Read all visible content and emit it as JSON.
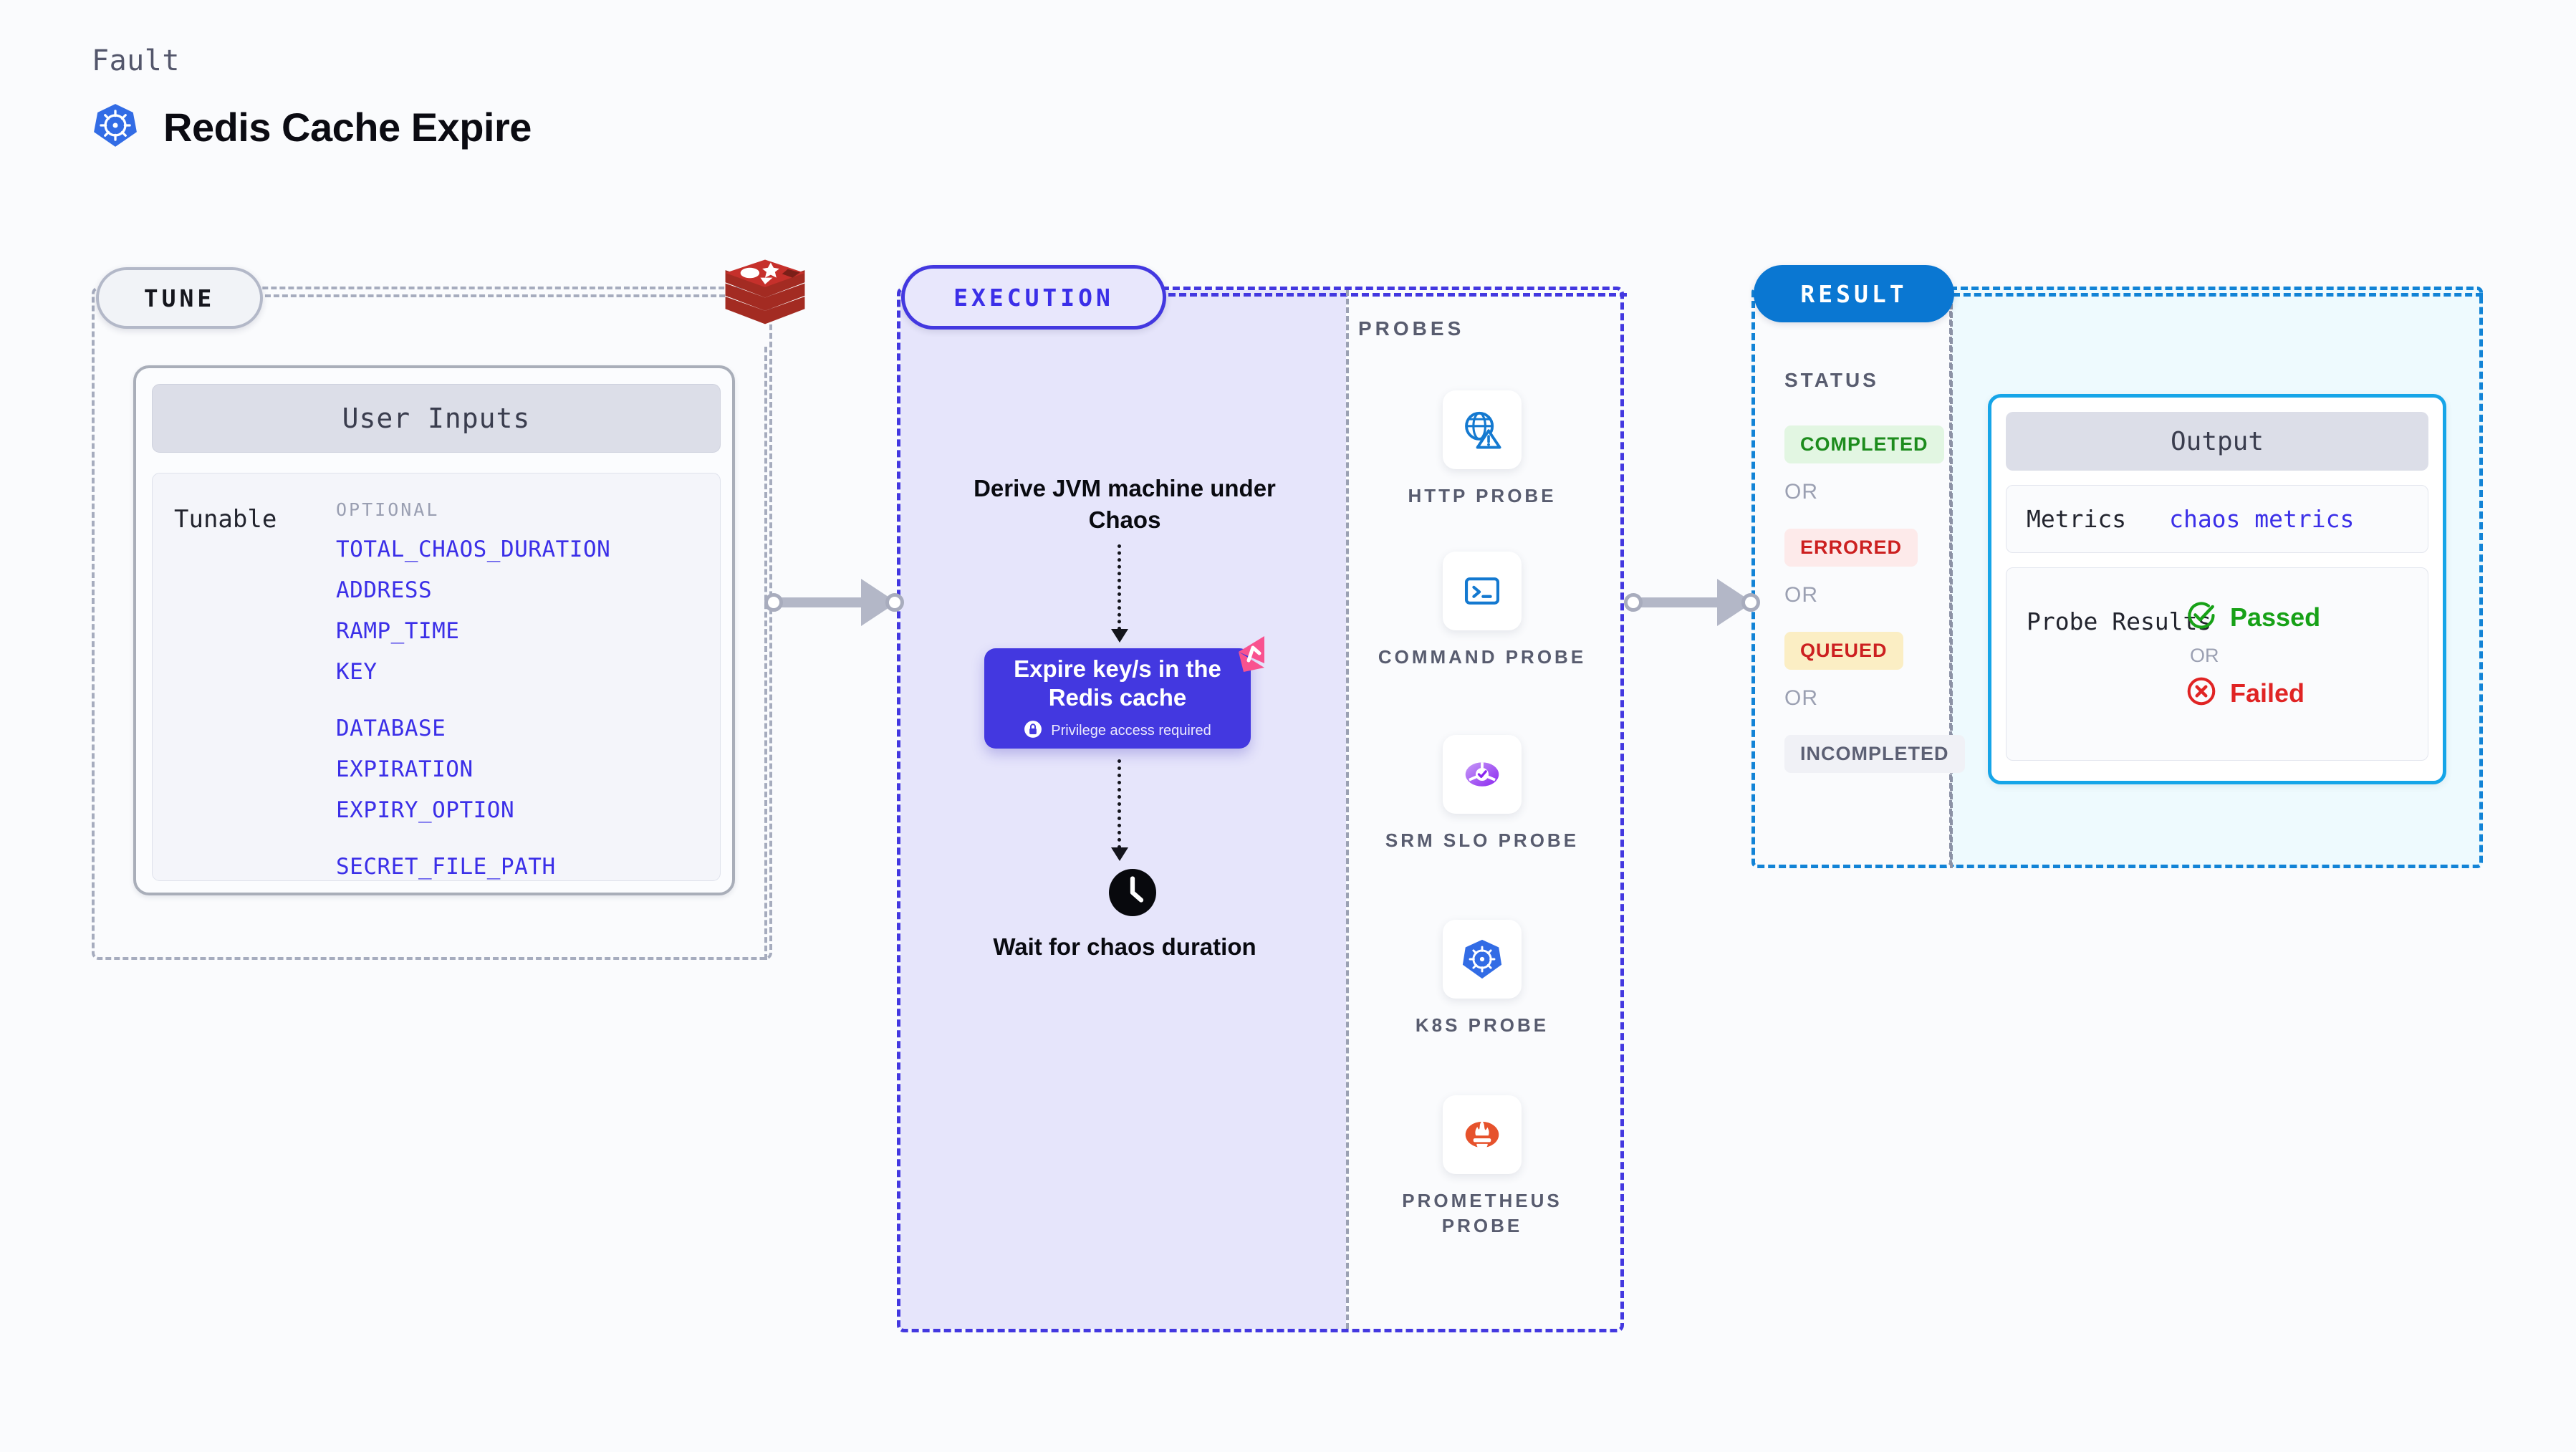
{
  "header": {
    "kicker": "Fault",
    "title": "Redis Cache Expire",
    "icon": "kubernetes-helm-icon"
  },
  "tune": {
    "pill_label": "TUNE",
    "platform_icon": "redis-logo",
    "user_inputs_title": "User Inputs",
    "tunable_label": "Tunable",
    "optional_label": "OPTIONAL",
    "tunables": [
      "TOTAL_CHAOS_DURATION",
      "ADDRESS",
      "RAMP_TIME",
      "KEY",
      "DATABASE",
      "EXPIRATION",
      "EXPIRY_OPTION",
      "SECRET_FILE_PATH"
    ]
  },
  "execution": {
    "pill_label": "EXECUTION",
    "step1": "Derive JVM machine under Chaos",
    "action_card": {
      "title": "Expire key/s in the Redis cache",
      "privilege_note": "Privilege access required",
      "privilege_icon": "lock-icon",
      "corner_badge_icon": "litmus-chaos-badge-icon"
    },
    "step2": "Wait for chaos duration",
    "step2_icon": "clock-icon"
  },
  "probes": {
    "label": "PROBES",
    "items": [
      {
        "label": "HTTP PROBE",
        "icon": "globe-warning-icon"
      },
      {
        "label": "COMMAND PROBE",
        "icon": "terminal-icon"
      },
      {
        "label": "SRM SLO PROBE",
        "icon": "slo-donut-check-icon"
      },
      {
        "label": "K8S PROBE",
        "icon": "kubernetes-helm-icon"
      },
      {
        "label": "PROMETHEUS PROBE",
        "icon": "prometheus-flame-icon"
      }
    ]
  },
  "result": {
    "pill_label": "RESULT",
    "status_label": "STATUS",
    "or_label": "OR",
    "statuses": [
      {
        "label": "COMPLETED",
        "text_color": "#1d8c1d",
        "bg_color": "#e2f6e2"
      },
      {
        "label": "ERRORED",
        "text_color": "#cc2020",
        "bg_color": "#fdeaea"
      },
      {
        "label": "QUEUED",
        "text_color": "#cc2020",
        "bg_color": "#fbeec4"
      },
      {
        "label": "INCOMPLETED",
        "text_color": "#5c6074",
        "bg_color": "#f0f1f6"
      }
    ],
    "output": {
      "title": "Output",
      "metrics_label": "Metrics",
      "metrics_value": "chaos metrics",
      "probe_results_label": "Probe Results",
      "passed_label": "Passed",
      "failed_label": "Failed",
      "or_label": "OR",
      "passed_icon": "check-circle-icon",
      "failed_icon": "x-circle-icon"
    }
  },
  "colors": {
    "execution_accent": "#4338e0",
    "result_accent": "#0a77d2",
    "output_accent": "#16a5e8",
    "tune_accent": "#a6acbe",
    "tunable_link": "#3b2fe8",
    "redis_red": "#a32b22",
    "badge_pink": "#f9528f"
  }
}
